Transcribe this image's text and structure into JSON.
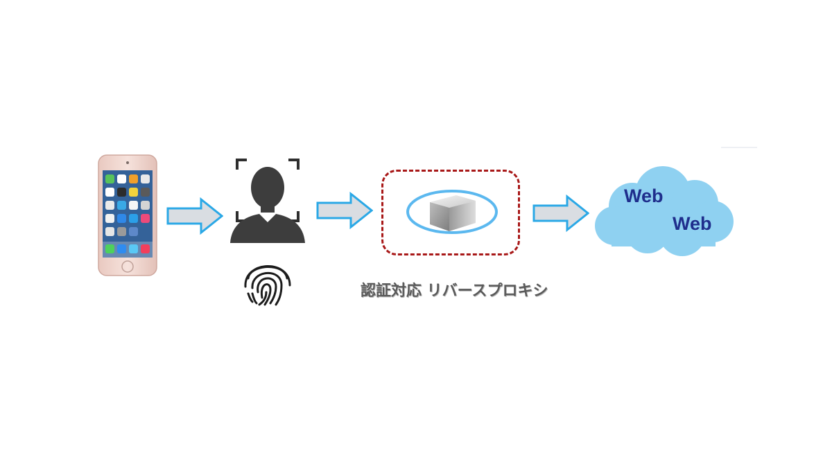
{
  "diagram": {
    "steps": [
      {
        "id": "smartphone",
        "kind": "device"
      },
      {
        "id": "face-and-fingerprint-auth",
        "kind": "biometric"
      },
      {
        "id": "reverse-proxy",
        "kind": "server"
      },
      {
        "id": "web-cloud",
        "kind": "service"
      }
    ],
    "proxy_label": "認証対応 リバースプロキシ",
    "cloud_labels": [
      "Web",
      "Web"
    ]
  },
  "colors": {
    "arrow_fill": "#d9dde2",
    "arrow_stroke": "#2aa8e6",
    "proxy_border": "#a81818",
    "proxy_ring": "#5bb8ef",
    "cloud_fill": "#8fd1f1",
    "cloud_text": "#1f2e8c",
    "icon_dark": "#3d3d3d"
  }
}
